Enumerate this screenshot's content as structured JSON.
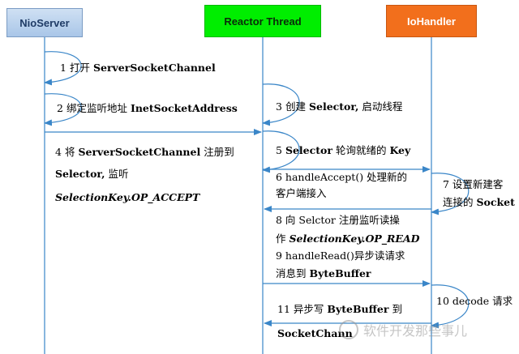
{
  "participants": {
    "nioserver": "NioServer",
    "reactor": "Reactor Thread",
    "iohandler": "IoHandler"
  },
  "messages": {
    "m1": {
      "num": "1",
      "text": "打开",
      "code": "ServerSocketChannel"
    },
    "m2": {
      "num": "2",
      "text": "绑定监听地址",
      "code": "InetSocketAddress"
    },
    "m3": {
      "num": "3",
      "text": "创建",
      "code": "Selector,",
      "text2": "启动线程"
    },
    "m4": {
      "line1_num": "4",
      "line1_text": "将",
      "line1_code": "ServerSocketChannel",
      "line1_text2": "注册到",
      "line2_code": "Selector,",
      "line2_text": "监听",
      "line3_italic": "SelectionKey.OP_ACCEPT"
    },
    "m5": {
      "num": "5",
      "code": "Selector",
      "text": "轮询就绪的",
      "code2": "Key"
    },
    "m6": {
      "line1": "6 handleAccept() 处理新的",
      "line2": "客户端接入"
    },
    "m7": {
      "line1": "7 设置新建客",
      "line2_text": "连接的",
      "line2_code": "Socket"
    },
    "m8": {
      "line1": "8 向 Selctor 注册监听读操",
      "line2_text": "作",
      "line2_italic": "SelectionKey.OP_READ"
    },
    "m9": {
      "line1": "9 handleRead()异步读请求",
      "line2_text": "消息到",
      "line2_code": "ByteBuffer"
    },
    "m10": {
      "text": "10 decode 请求"
    },
    "m11": {
      "line1_num": "11",
      "line1_text": "异步写",
      "line1_code": "ByteBuffer",
      "line1_text2": "到",
      "line2_code": "SocketChann"
    }
  },
  "watermark": {
    "text": "软件开发那些事儿"
  }
}
